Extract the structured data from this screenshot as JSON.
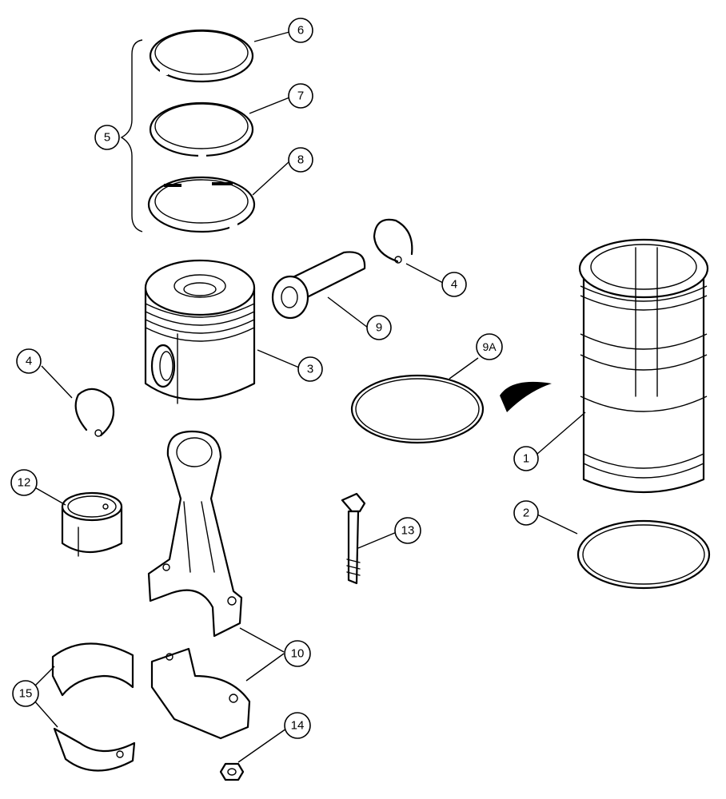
{
  "callouts": {
    "c1": "1",
    "c2": "2",
    "c3": "3",
    "c4a": "4",
    "c4b": "4",
    "c5": "5",
    "c6": "6",
    "c7": "7",
    "c8": "8",
    "c9": "9",
    "c9a": "9A",
    "c10": "10",
    "c12": "12",
    "c13": "13",
    "c14": "14",
    "c15": "15"
  },
  "colors": {
    "ink": "#000000",
    "paper": "#ffffff"
  }
}
